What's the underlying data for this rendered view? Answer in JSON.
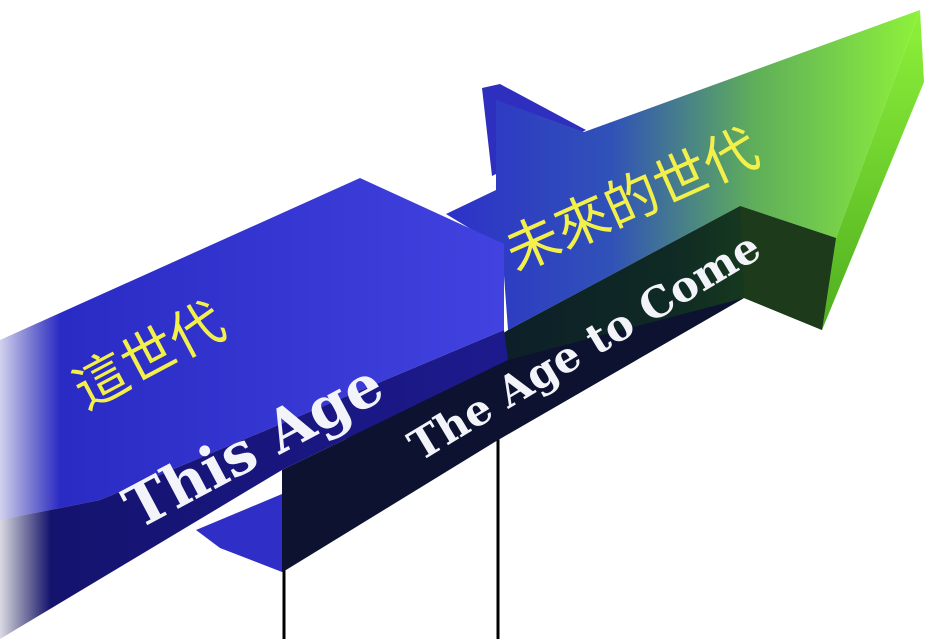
{
  "labels": {
    "this_age_cn": "這世代",
    "this_age_en": "This Age",
    "age_to_come_cn": "未來的世代",
    "age_to_come_en": "The Age to Come"
  },
  "colors": {
    "this_age_top": "#3a3ad8",
    "this_age_front": "#16137a",
    "this_age_dark": "#0b0b4a",
    "age_to_come_top_start": "#2d31c8",
    "age_to_come_top_end": "#8ef23a",
    "age_to_come_front": "#0d1f26",
    "arrow_head_side": "#6ed82c",
    "cjk_text": "#f4f04a",
    "english_text": "#f2f4fa",
    "timeline_line": "#000000"
  }
}
